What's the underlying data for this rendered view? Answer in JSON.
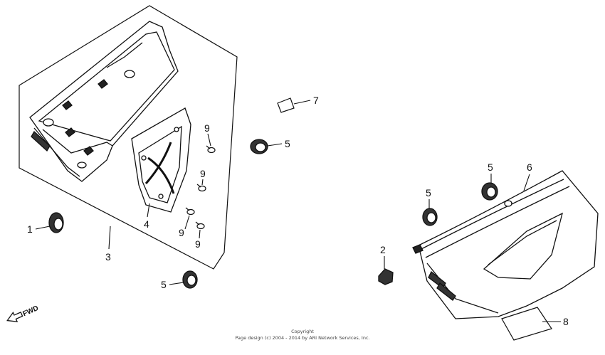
{
  "callouts": {
    "c1": "1",
    "c2": "2",
    "c3": "3",
    "c4": "4",
    "c5a": "5",
    "c5b": "5",
    "c5c": "5",
    "c5d": "5",
    "c6": "6",
    "c7": "7",
    "c8": "8",
    "c9a": "9",
    "c9b": "9",
    "c9c": "9",
    "c9d": "9"
  },
  "direction": {
    "label": "FWD"
  },
  "footer": {
    "line1": "Copyright",
    "line2": "Page design (c) 2004 - 2014 by ARI Network Services, Inc."
  },
  "colors": {
    "ink": "#111111",
    "paper": "#ffffff"
  }
}
